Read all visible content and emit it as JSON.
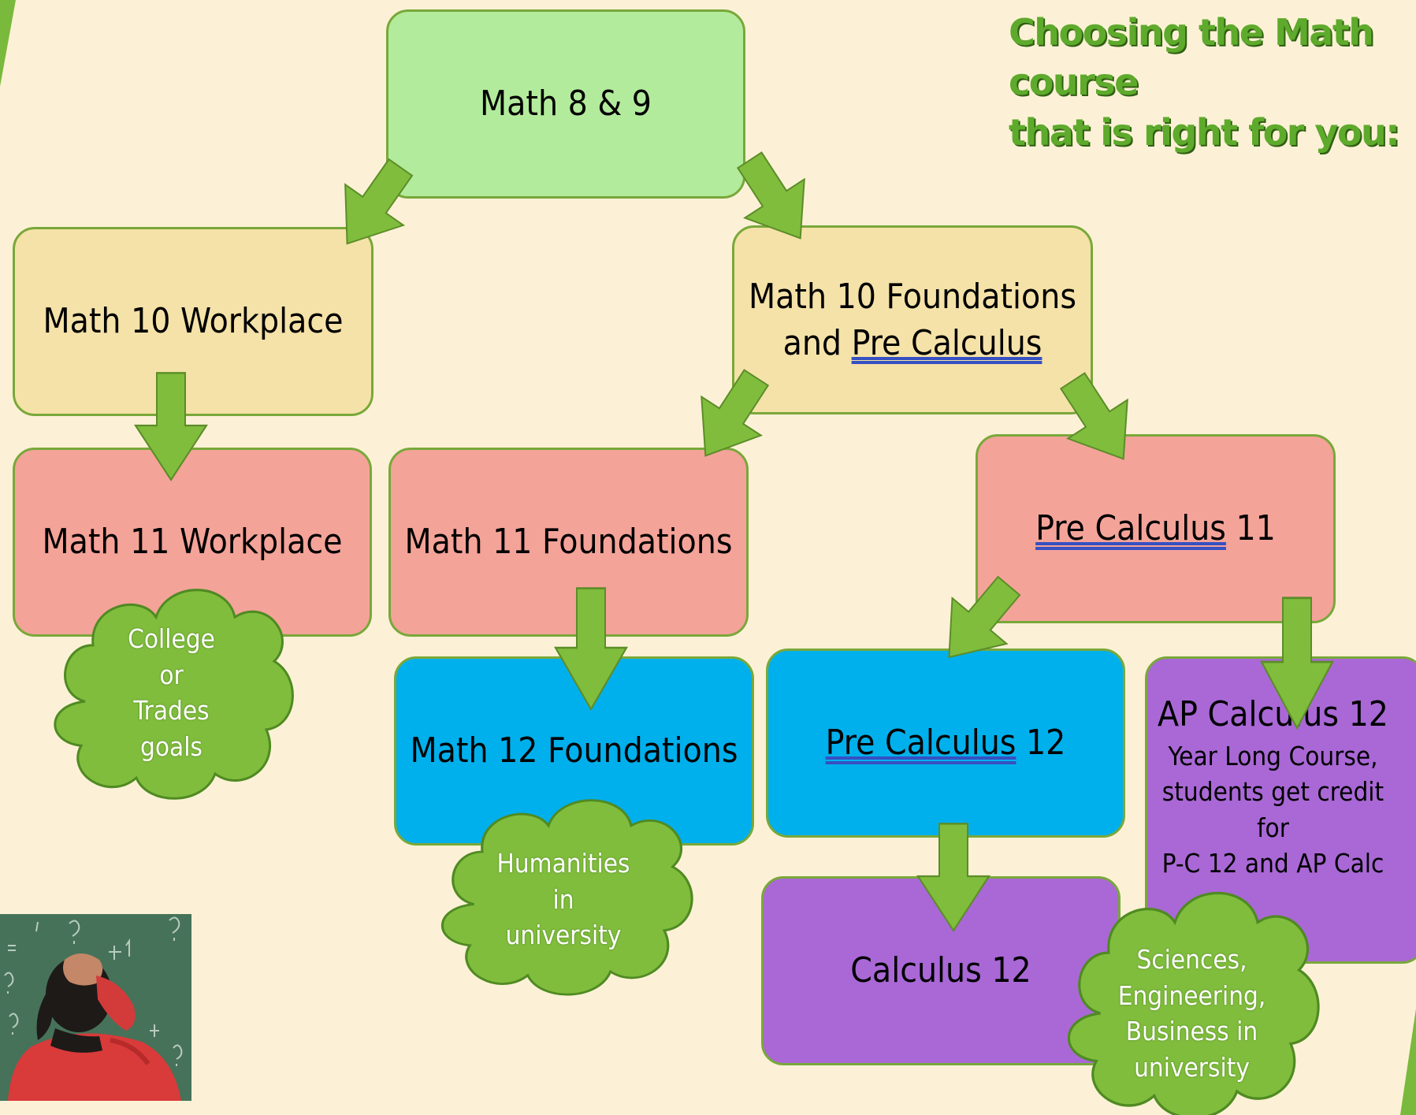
{
  "title_line1": "Choosing the Math course",
  "title_line2": "that is right for you:",
  "nodes": {
    "math89": "Math 8 & 9",
    "math10w": "Math 10 Workplace",
    "math10f_line1": "Math 10 Foundations",
    "math10f_line2a": "and ",
    "math10f_line2b": "Pre Calculus",
    "math11w": "Math 11 Workplace",
    "math11f": "Math 11 Foundations",
    "pc11a": "Pre Calculus",
    "pc11b": " 11",
    "math12f": "Math 12 Foundations",
    "pc12a": "Pre Calculus",
    "pc12b": " 12",
    "apcalc_title": "AP Calculus 12",
    "apcalc_l1": "Year Long Course,",
    "apcalc_l2": "students get credit for",
    "apcalc_l3": "P-C 12 and AP Calc",
    "calc12": "Calculus 12"
  },
  "clouds": {
    "college": [
      "College",
      "or",
      "Trades",
      "goals"
    ],
    "humanities": [
      "Humanities",
      "in",
      "university"
    ],
    "sciences": [
      "Sciences,",
      "Engineering,",
      "Business in",
      "university"
    ]
  },
  "colors": {
    "background": "#fcf1d6",
    "green_box": "#b3eb9c",
    "tan_box": "#f5e2a8",
    "pink_box": "#f4a399",
    "blue_box": "#00b0ec",
    "purple_box": "#a968d6",
    "arrow": "#80bd3d",
    "cloud": "#80bd3d",
    "title": "#5eaa2c"
  }
}
